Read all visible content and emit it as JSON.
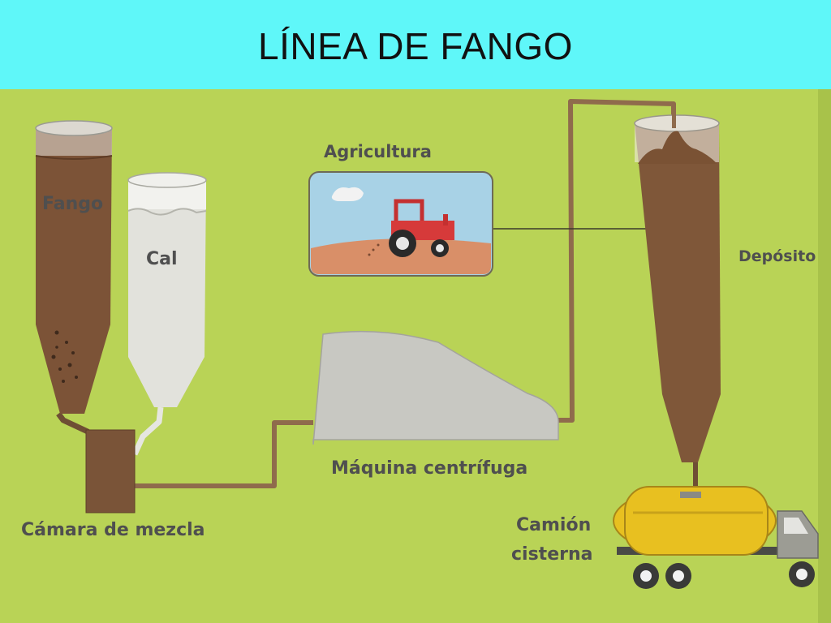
{
  "title": "LÍNEA DE FANGO",
  "labels": {
    "fango": "Fango",
    "cal": "Cal",
    "agricultura": "Agricultura",
    "deposito": "Depósito",
    "maquina": "Máquina centrífuga",
    "camara": "Cámara de mezcla",
    "camion_line1": "Camión",
    "camion_line2": "cisterna"
  },
  "colors": {
    "header": "#5ff7f9",
    "board": "#b9d356",
    "sludge": "#7c5337",
    "lime": "#e2e2dc",
    "pipe": "#8f6b4c",
    "tanker": "#e8c020",
    "tractor": "#d63a3a"
  }
}
